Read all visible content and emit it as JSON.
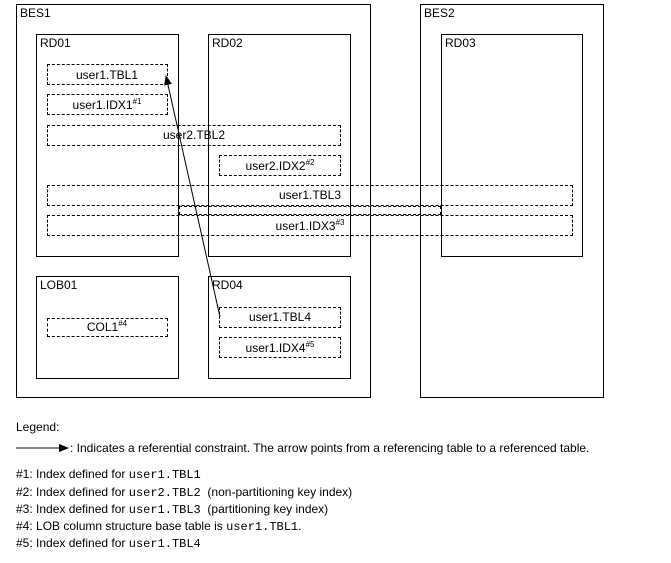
{
  "servers": [
    {
      "label": "BES1"
    },
    {
      "label": "BES2"
    }
  ],
  "rdareas": {
    "rd01": "RD01",
    "rd02": "RD02",
    "rd03": "RD03",
    "lob01": "LOB01",
    "rd04": "RD04"
  },
  "objects": {
    "tbl1": "user1.TBL1",
    "idx1": "user1.IDX1",
    "idx1_note": "#1",
    "tbl2": "user2.TBL2",
    "idx2": "user2.IDX2",
    "idx2_note": "#2",
    "tbl3": "user1.TBL3",
    "idx3": "user1.IDX3",
    "idx3_note": "#3",
    "col1": "COL1",
    "col1_note": "#4",
    "tbl4": "user1.TBL4",
    "idx4": "user1.IDX4",
    "idx4_note": "#5"
  },
  "legend": {
    "title": "Legend:",
    "arrow_text": ": Indicates a referential constraint. The arrow points from a referencing table to a referenced table.",
    "notes": [
      {
        "prefix": "#1: Index defined for ",
        "code": "user1.TBL1",
        "suffix": ""
      },
      {
        "prefix": "#2: Index defined for ",
        "code": "user2.TBL2",
        "suffix": "  (non-partitioning key index)"
      },
      {
        "prefix": "#3: Index defined for ",
        "code": "user1.TBL3",
        "suffix": "  (partitioning key index)"
      },
      {
        "prefix": "#4: LOB column structure base table is ",
        "code": "user1.TBL1",
        "suffix": "."
      },
      {
        "prefix": "#5: Index defined for ",
        "code": "user1.TBL4",
        "suffix": ""
      }
    ]
  }
}
